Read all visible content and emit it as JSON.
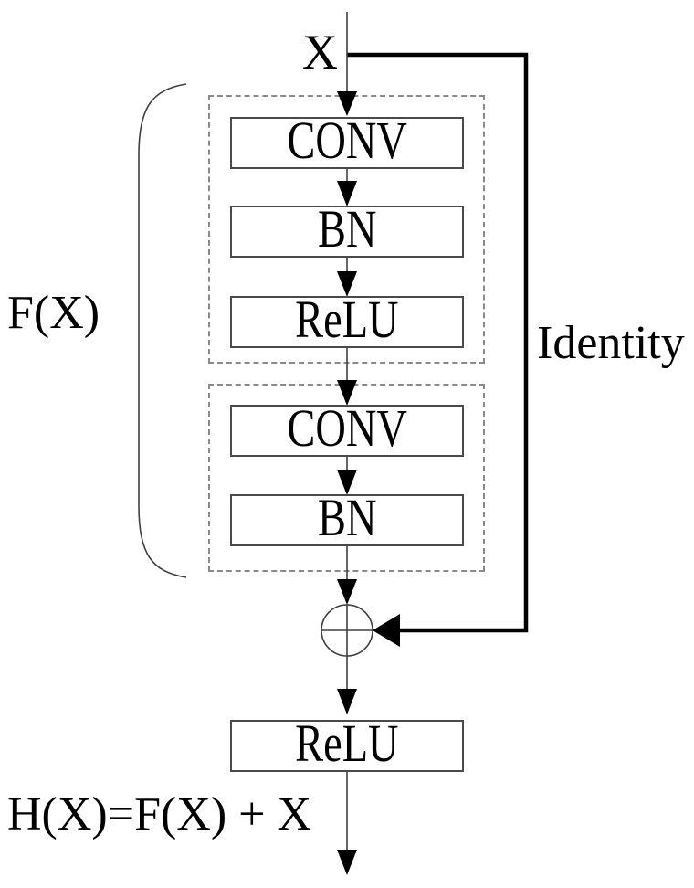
{
  "colors": {
    "background": "#ffffff",
    "line": "#3f3f3f",
    "thick_line": "#000000",
    "dashed_border": "#8a8a8a",
    "box_border": "#4a4a4a",
    "text": "#000000"
  },
  "labels": {
    "input": "X",
    "function": "F(X)",
    "identity": "Identity",
    "equation": "H(X)=F(X) + X"
  },
  "blocks": {
    "conv1": "CONV",
    "bn1": "BN",
    "relu1": "ReLU",
    "conv2": "CONV",
    "bn2": "BN",
    "relu_out": "ReLU"
  }
}
